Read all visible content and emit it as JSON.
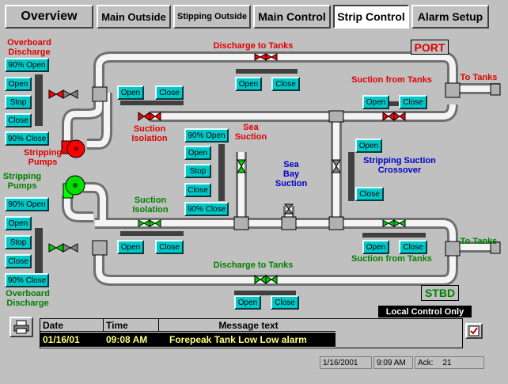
{
  "nav": {
    "tabs": [
      "Overview",
      "Main Outside",
      "Stipping Outside",
      "Main Control",
      "Strip Control",
      "Alarm Setup"
    ],
    "active": "Strip Control"
  },
  "top": {
    "overboard_label_1": "Overboard",
    "overboard_label_2": "Discharge",
    "discharge_to_tanks": "Discharge to Tanks",
    "port": "PORT",
    "suction_from_tanks": "Suction from Tanks",
    "to_tanks": "To Tanks",
    "suction_isolation_1": "Suction",
    "suction_isolation_2": "Isolation",
    "stripping_pumps_1": "Stripping",
    "stripping_pumps_2": "Pumps",
    "sea_suction_1": "Sea",
    "sea_suction_2": "Suction"
  },
  "middle": {
    "sea_bay_1": "Sea",
    "sea_bay_2": "Bay",
    "sea_bay_3": "Suction",
    "crossover_1": "Stripping Suction",
    "crossover_2": "Crossover"
  },
  "bottom": {
    "stripping_pumps_1": "Stripping",
    "stripping_pumps_2": "Pumps",
    "suction_isolation_1": "Suction",
    "suction_isolation_2": "Isolation",
    "to_tanks": "To Tanks",
    "suction_from_tanks": "Suction from Tanks",
    "discharge_to_tanks": "Discharge to Tanks",
    "stbd": "STBD",
    "overboard_label_1": "Overboard",
    "overboard_label_2": "Discharge"
  },
  "buttons": {
    "open90": "90% Open",
    "open": "Open",
    "stop": "Stop",
    "close": "Close",
    "close90": "90% Close"
  },
  "alarm": {
    "local_control": "Local Control Only",
    "headers": [
      "Date",
      "Time",
      "Message text"
    ],
    "row": {
      "date": "01/16/01",
      "time": "09:08 AM",
      "message": "Forepeak Tank Low Low alarm"
    }
  },
  "status": {
    "date": "1/16/2001",
    "time": "9:09 AM",
    "ack_label": "Ack:",
    "ack_count": "21"
  },
  "colors": {
    "pump_running": "#ff0000",
    "pump_stopped": "#00cc00",
    "button": "#00c8c8"
  }
}
